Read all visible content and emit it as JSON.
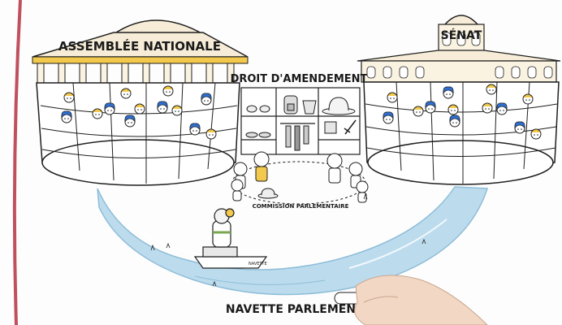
{
  "labels": {
    "assemblee": "ASSEMBLÉE NATIONALE",
    "senat": "SÉNAT",
    "droit": "DROIT D'AMENDEMENT",
    "commission": "COMMISSION PARLEMENTAIRE",
    "navette_bottom": "NAVETTE PARLEMEN",
    "boat_name": "NAVETTE"
  },
  "colors": {
    "river": "#bcdcee",
    "river_edge": "#8fbdd8",
    "accent_yellow": "#f2c94c",
    "accent_blue": "#2f6fd0",
    "left_stripe": "#c0505e",
    "ink": "#1f1f1f"
  },
  "icons": [
    "glasses-icon",
    "backpack-icon",
    "bucket-icon",
    "hat-icon",
    "shirt-icon",
    "pot-icon",
    "sword-icon",
    "hand-marker-icon"
  ]
}
